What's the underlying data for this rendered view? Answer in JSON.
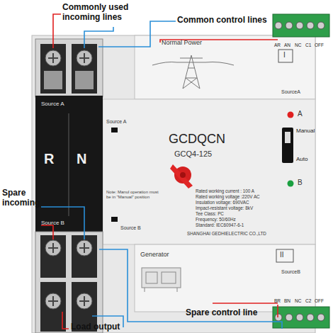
{
  "diagram": {
    "labels": [
      "Commonly used incoming lines",
      "Common control lines",
      "Normal Power",
      "I",
      "AR",
      "AN",
      "NC",
      "C1",
      "OFF",
      "SourceA",
      "Source A",
      "R",
      "N",
      "Source B",
      "Source A",
      "GCDQCN",
      "GCQ4-125",
      "A",
      "Manual",
      "Auto",
      "B",
      "Rated working current : 100   A",
      "Rated working voltage :220V AC",
      "Insulation voltage: 690VAC",
      "Impact-resistant voltage: 8kV",
      "Tee Class: PC",
      "Frequency: 50/60Hz",
      "Standard: IEC60947-6-1",
      "SHANGHAI GEDHIELECTRIC CO.,LTD",
      "Note: Manul operation must be in \"Manual\" position",
      "Source B",
      "Spare incoming",
      "Generator",
      "II",
      "SourceB",
      "BR",
      "BN",
      "NC",
      "C2",
      "OFF",
      "Spare control line",
      "Load output"
    ]
  }
}
